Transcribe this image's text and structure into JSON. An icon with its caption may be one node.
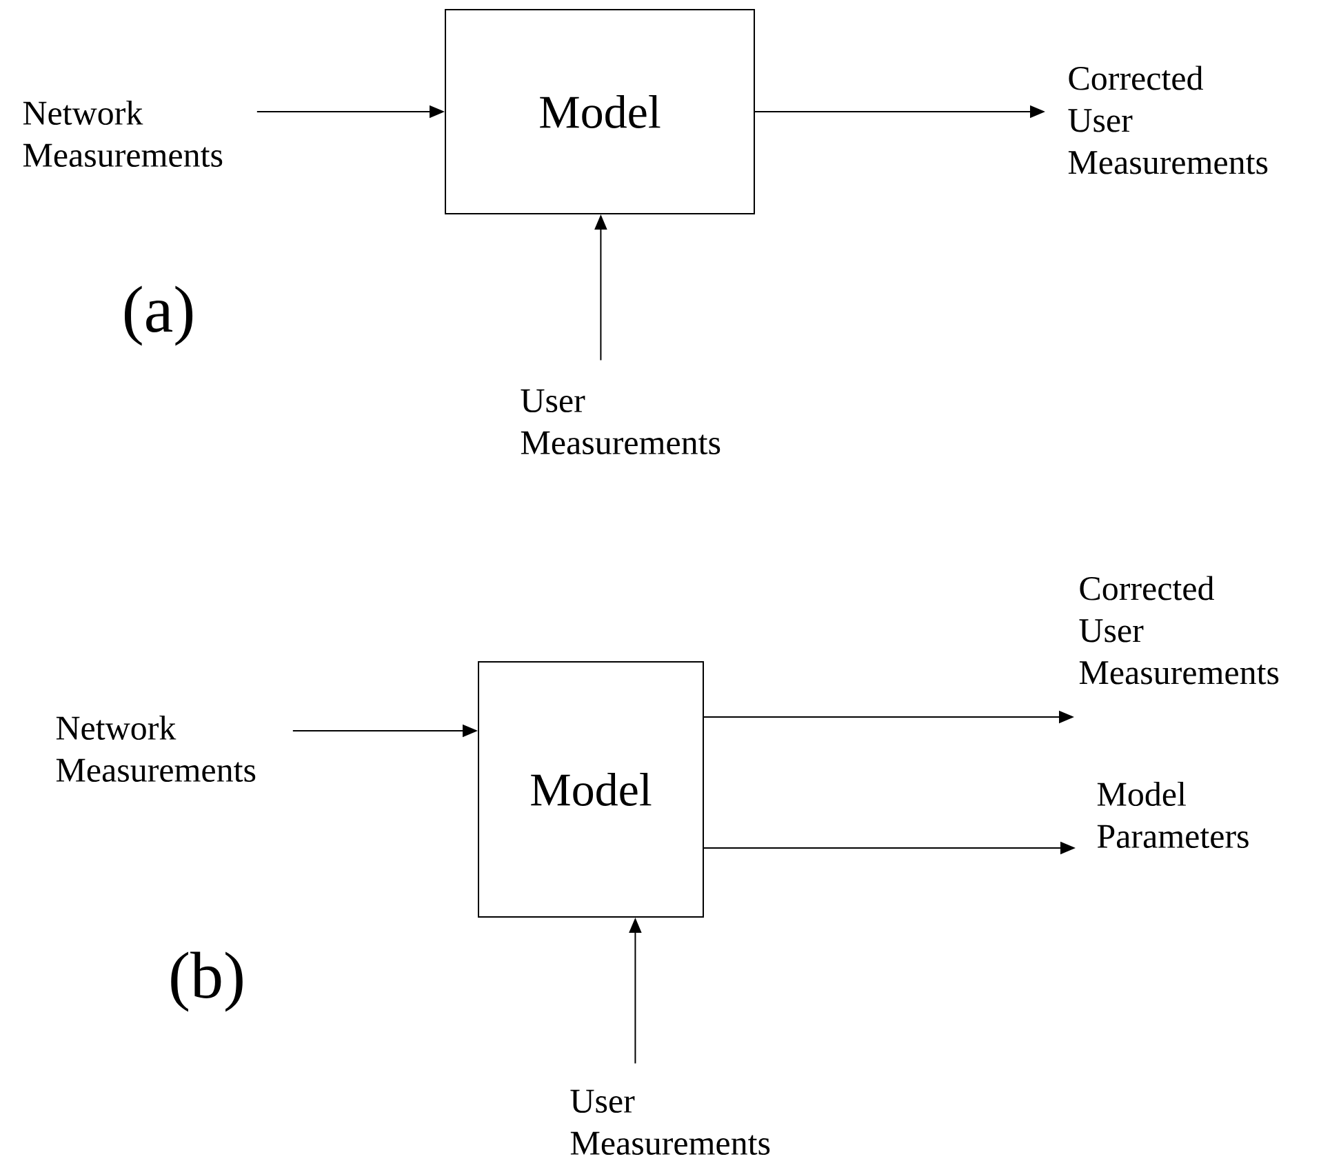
{
  "diagram": {
    "nodes": [
      {
        "text": [
          "Network Measurements"
        ]
      },
      {
        "text": [
          "Model"
        ]
      },
      {
        "text": [
          "Corrected User Measurements"
        ]
      },
      {
        "text": [
          "User Measurements"
        ]
      },
      {
        "text": [
          "Network Measurements"
        ]
      },
      {
        "text": [
          "Model"
        ]
      },
      {
        "text": [
          "Corrected User Measurements"
        ]
      },
      {
        "text": [
          "Model Parameters"
        ]
      },
      {
        "text": [
          "User Measurements"
        ]
      }
    ],
    "edges": [
      {
        "from": 0,
        "to": 1,
        "arrow": "to"
      },
      {
        "from": 1,
        "to": 2,
        "arrow": "to"
      },
      {
        "from": 3,
        "to": 1,
        "arrow": "to"
      },
      {
        "from": 4,
        "to": 5,
        "arrow": "to"
      },
      {
        "from": 5,
        "to": 6,
        "arrow": "to"
      },
      {
        "from": 5,
        "to": 7,
        "arrow": "to"
      },
      {
        "from": 8,
        "to": 5,
        "arrow": "to"
      }
    ],
    "labels": [
      "(a)",
      "(b)"
    ]
  }
}
